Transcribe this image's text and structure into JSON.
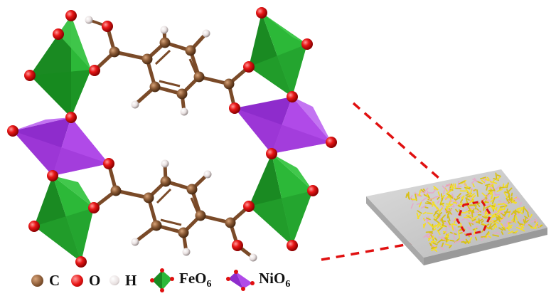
{
  "legend": {
    "carbon": "C",
    "oxygen": "O",
    "hydrogen": "H",
    "fe_octahedron": "FeO",
    "fe_sub": "6",
    "ni_octahedron": "NiO",
    "ni_sub": "6"
  },
  "colors": {
    "carbon": "#8a5a35",
    "oxygen": "#e01010",
    "hydrogen": "#e8e0e0",
    "fe_octahedron": "#1fa32a",
    "ni_octahedron": "#a236e0",
    "substrate": "#c8c8c8",
    "nanosheet": "#e8d21e",
    "zoom_line": "#e01010"
  }
}
